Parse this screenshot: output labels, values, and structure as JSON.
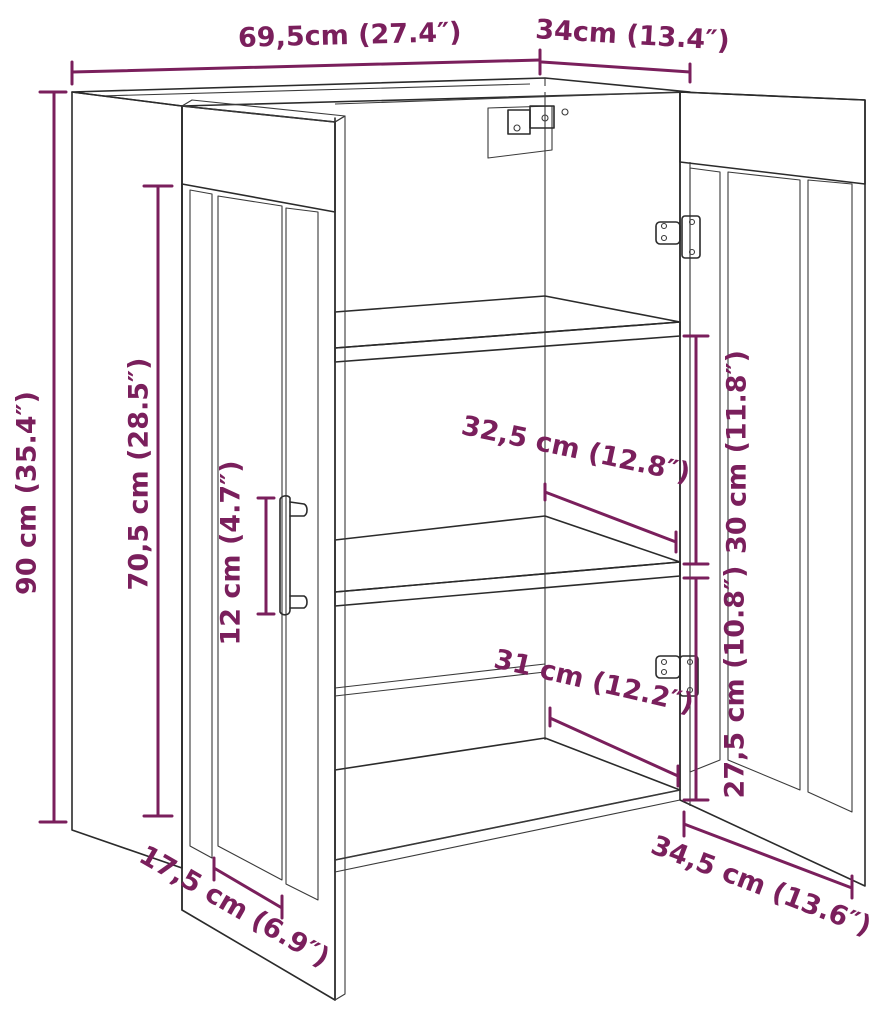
{
  "colors": {
    "dimension": "#7a1f5c",
    "outline": "#2b2b2b",
    "background": "#ffffff"
  },
  "labels": {
    "width": "69,5cm (27.4″)",
    "depth": "34cm (13.4″)",
    "total_height": "90 cm (35.4″)",
    "door_height": "70,5 cm (28.5″)",
    "handle": "12 cm (4.7″)",
    "shelf_depth_top": "32,5 cm (12.8″)",
    "shelf_depth_bottom": "31 cm (12.2″)",
    "compartment_upper": "30 cm (11.8″)",
    "compartment_lower": "27,5 cm (10.8″)",
    "door_width": "17,5 cm (6.9″)",
    "door_depth": "34,5 cm (13.6″)"
  }
}
